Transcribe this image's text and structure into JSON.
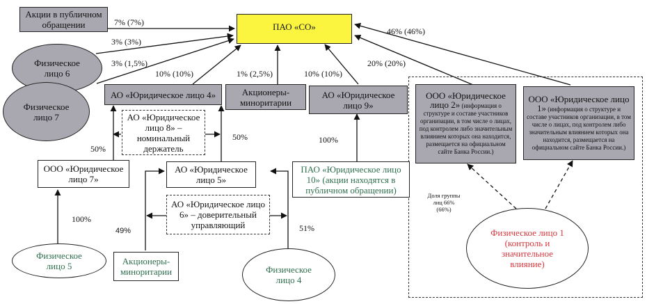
{
  "diagram": {
    "center": {
      "label": "ПАО «СО»",
      "fill": "#fbf53f"
    },
    "nodes": {
      "public_shares": "Акции в публичном обращении",
      "person6": "Физическое лицо 6",
      "person7": "Физическое лицо 7",
      "ao4": "АО «Юридическое лицо 4»",
      "minority_top": "Акционеры-миноритарии",
      "ao9": "АО «Юридическое лицо 9»",
      "ooo2_title": "ООО «Юридическое лицо 2»",
      "ooo2_note": "(информация о структуре и составе участников организации, в том числе о лицах, под контролем либо значительным влиянием которых она находится, размещается на официальном сайте Банка России.)",
      "ooo1_title": "ООО «Юридическое лицо 1»",
      "ooo1_note": "(информация о структуре и составе участников организации, в том числе о лицах, под контролем либо значительным влиянием которых она находится, размещается на официальном сайте Банка России.)",
      "ao8": "АО «Юридическое лицо 8» – номинальный держатель",
      "ooo7": "ООО «Юридическое лицо 7»",
      "ao5": "АО «Юридическое лицо 5»",
      "ao6": "АО «Юридическое лицо 6» – доверительный управляющий",
      "pao10": "ПАО «Юридическое лицо 10» (акции находятся в публичном обращении)",
      "person5": "Физическое лицо 5",
      "minority_bottom": "Акционеры-миноритарии",
      "person4": "Физическое лицо 4",
      "person1": "Физическое лицо 1 (контроль и значительное влияние)"
    },
    "edge_labels": {
      "public_shares": "7% (7%)",
      "person6": "3% (3%)",
      "person7": "3% (1,5%)",
      "ao4": "10% (10%)",
      "minority_top": "1% (2,5%)",
      "ao9": "10% (10%)",
      "ooo2": "20% (20%)",
      "ooo1": "46% (46%)",
      "ooo7_to_ao4": "50%",
      "ao5_to_ao4": "50%",
      "pao10_to_ao9": "100%",
      "person5_to_ooo7": "100%",
      "minority_to_ao5": "49%",
      "person4_to_ao5": "51%",
      "group_share": "Доля группы лиц 66% (66%)"
    },
    "colors": {
      "gray_node": "#a9a7b0",
      "green_text": "#2e6e4e",
      "red_text": "#d6373d"
    }
  }
}
